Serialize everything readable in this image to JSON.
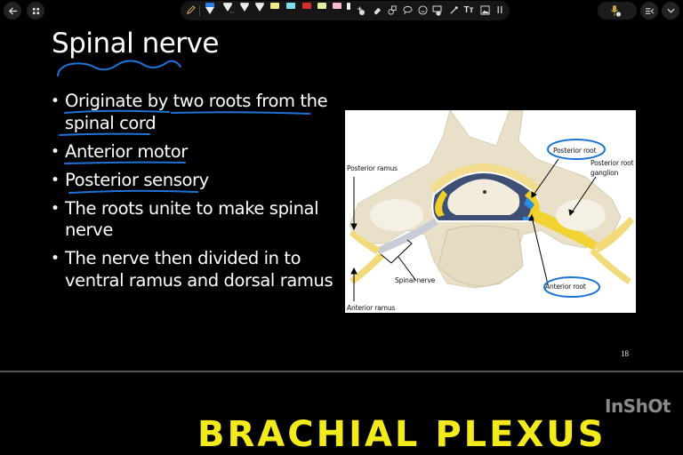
{
  "toolbar": {
    "back_icon": "arrow-left-icon",
    "grid_icon": "grid-icon",
    "pen_mode_icon": "pencil-icon",
    "pens": [
      {
        "color": "#2f7fe0",
        "size": "0.7",
        "active": true
      },
      {
        "color": "#d32f2f",
        "size": "0.7"
      },
      {
        "color": "#9e9e9e",
        "size": "0.7"
      },
      {
        "color": "#c0ca33",
        "size": "0.7"
      },
      {
        "color": "#f3e98a",
        "size": "5"
      },
      {
        "color": "#80deea",
        "size": "5"
      },
      {
        "color": "#d32f2f",
        "size": "7.5"
      },
      {
        "color": "#e6ee9c",
        "size": "5"
      },
      {
        "color": "#f8bbd0",
        "size": "5"
      },
      {
        "color": "#eeeeee",
        "size": ""
      }
    ],
    "tools": [
      "add-pen-icon",
      "eraser-icon",
      "shapes-icon",
      "lasso-icon",
      "sticker-icon",
      "screenshot-icon",
      "laser-pointer-icon",
      "text-icon",
      "image-icon",
      "more-icon"
    ],
    "text_tool_label": "Tт",
    "right": [
      "microphone-icon",
      "present-icon",
      "chevron-down-icon"
    ]
  },
  "slide": {
    "title": "Spinal nerve",
    "bullets": [
      "Originate by two roots from the spinal cord",
      "Anterior motor",
      "Posterior sensory",
      "The roots unite to make spinal nerve",
      "The nerve then divided in to ventral ramus and dorsal ramus"
    ],
    "figure": {
      "labels": {
        "posterior_ramus": "Posterior ramus",
        "posterior_root": "Posterior root",
        "posterior_root_ganglion_1": "Posterior root",
        "posterior_root_ganglion_2": "ganglion",
        "spinal_nerve": "Spinal nerve",
        "anterior_root": "Anterior root",
        "anterior_ramus": "Anterior ramus"
      }
    },
    "page_number": "18"
  },
  "annotation_color": "#1e73d8",
  "next_slide_title": "BRACHIAL PLEXUS",
  "watermark": "InShOt"
}
